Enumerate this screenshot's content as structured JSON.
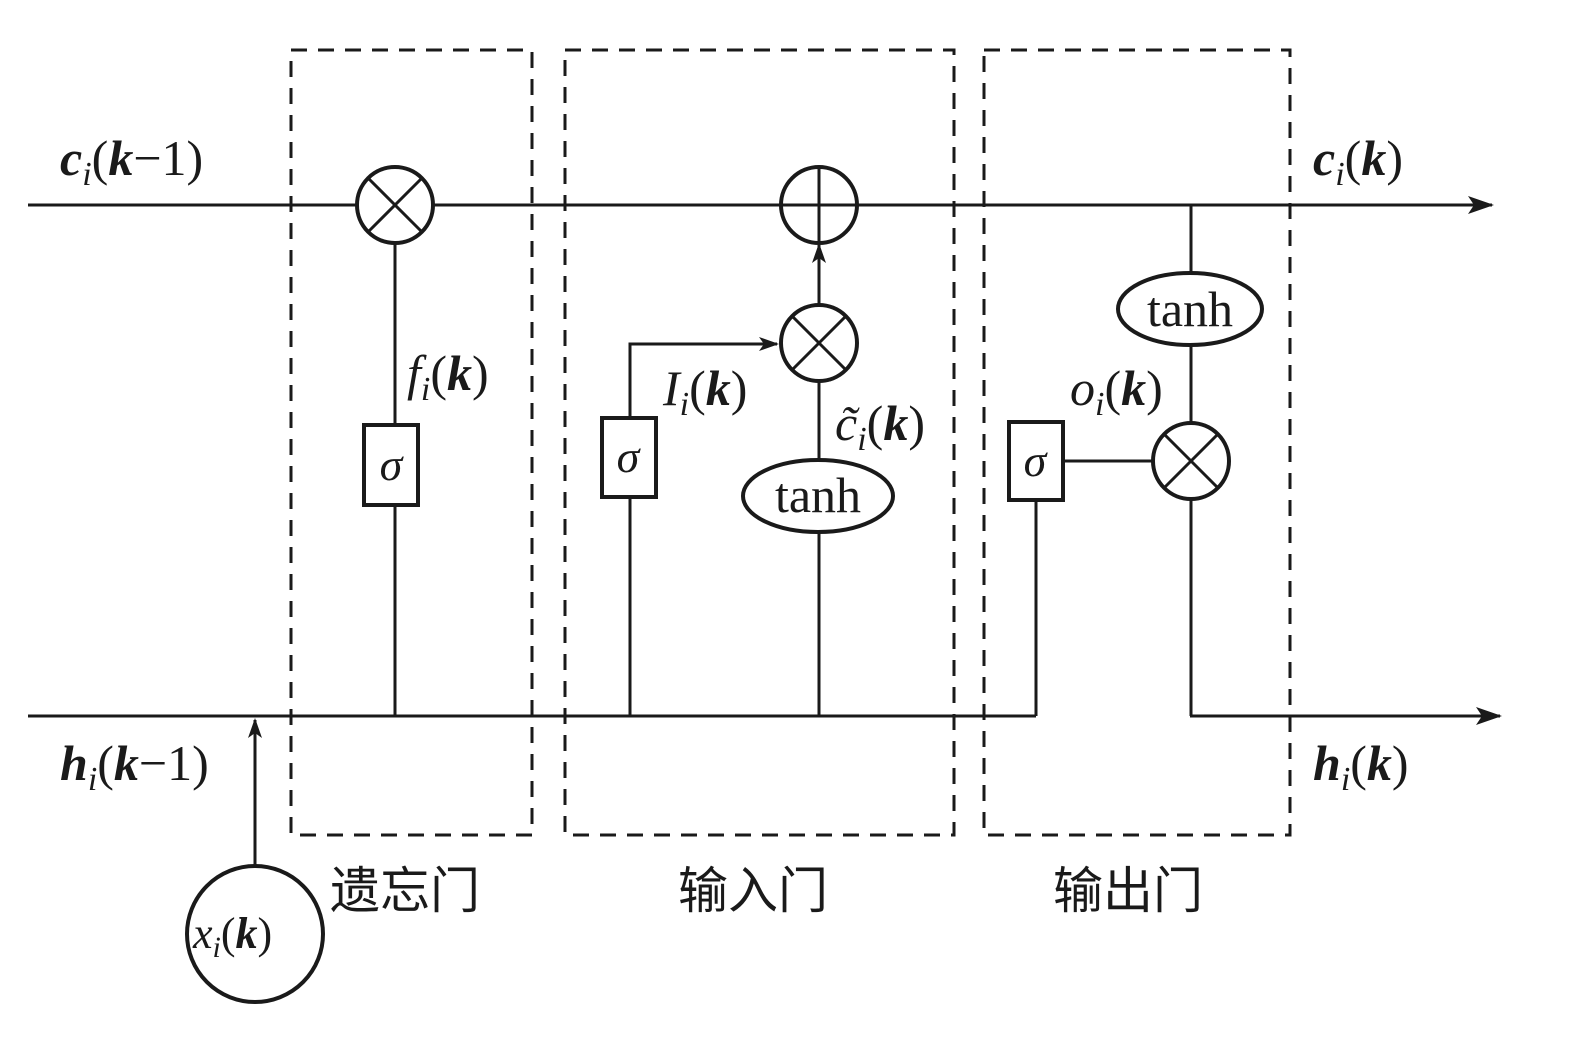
{
  "diagram": {
    "type": "LSTM cell",
    "gates": [
      {
        "id": "forget",
        "label": "遗忘门"
      },
      {
        "id": "input",
        "label": "输入门"
      },
      {
        "id": "output",
        "label": "输出门"
      }
    ],
    "labels": {
      "c_prev": {
        "base": "c",
        "sub": "i",
        "arg": "k",
        "suffix": "−1"
      },
      "c_next": {
        "base": "c",
        "sub": "i",
        "arg": "k",
        "suffix": ""
      },
      "h_prev": {
        "base": "h",
        "sub": "i",
        "arg": "k",
        "suffix": "−1"
      },
      "h_next": {
        "base": "h",
        "sub": "i",
        "arg": "k",
        "suffix": ""
      },
      "x_in": {
        "base": "x",
        "sub": "i",
        "arg": "k",
        "suffix": ""
      },
      "f": {
        "base": "f",
        "sub": "i",
        "arg": "k",
        "suffix": ""
      },
      "I": {
        "base": "I",
        "sub": "i",
        "arg": "k",
        "suffix": ""
      },
      "c_tilde": {
        "base": "c̃",
        "sub": "i",
        "arg": "k",
        "suffix": ""
      },
      "o": {
        "base": "o",
        "sub": "i",
        "arg": "k",
        "suffix": ""
      }
    },
    "ops": {
      "multiply": "⊗",
      "add": "⊕",
      "sigma": "σ",
      "tanh": "tanh"
    },
    "colors": {
      "stroke": "#1a1a1a",
      "background": "#ffffff"
    }
  }
}
